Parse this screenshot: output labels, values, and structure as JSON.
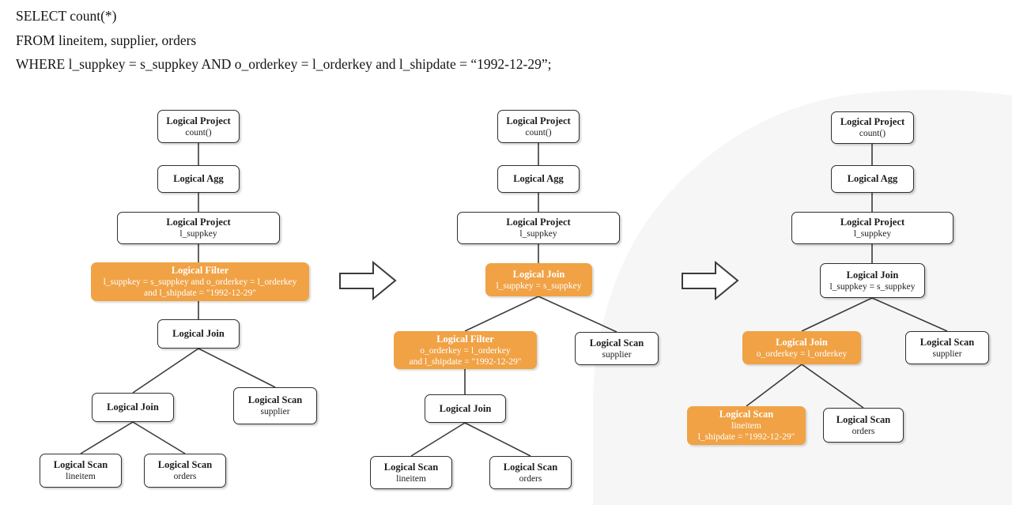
{
  "sql": {
    "line1": "SELECT count(*)",
    "line2": "FROM lineitem, supplier, orders",
    "line3": "WHERE l_suppkey = s_suppkey AND o_orderkey = l_orderkey and l_shipdate = “1992-12-29”;"
  },
  "colors": {
    "accent_orange": "#f0a245",
    "node_border": "#2f2f2f",
    "edge_line": "#3b3b3b",
    "background_blob_gray": "#f6f6f7",
    "arrow_fill": "#ffffff"
  },
  "icons": {
    "transform_arrow": "right-block-arrow"
  },
  "trees": [
    {
      "name": "plan-initial",
      "nodes": [
        {
          "title": "Logical Project",
          "sub1": "count()"
        },
        {
          "title": "Logical Agg"
        },
        {
          "title": "Logical Project",
          "sub1": "l_suppkey"
        },
        {
          "title": "Logical Filter",
          "sub1": "l_suppkey = s_suppkey and o_orderkey = l_orderkey",
          "sub2": "and l_shipdate = \"1992-12-29\""
        },
        {
          "title": "Logical Join"
        },
        {
          "title": "Logical Join"
        },
        {
          "title": "Logical Scan",
          "sub1": "supplier"
        },
        {
          "title": "Logical Scan",
          "sub1": "lineitem"
        },
        {
          "title": "Logical Scan",
          "sub1": "orders"
        }
      ]
    },
    {
      "name": "plan-after-filter-pushdown-split",
      "nodes": [
        {
          "title": "Logical Project",
          "sub1": "count()"
        },
        {
          "title": "Logical Agg"
        },
        {
          "title": "Logical Project",
          "sub1": "l_suppkey"
        },
        {
          "title": "Logical Join",
          "sub1": "l_suppkey = s_suppkey"
        },
        {
          "title": "Logical Filter",
          "sub1": "o_orderkey = l_orderkey",
          "sub2": "and l_shipdate = \"1992-12-29\""
        },
        {
          "title": "Logical Scan",
          "sub1": "supplier"
        },
        {
          "title": "Logical Join"
        },
        {
          "title": "Logical Scan",
          "sub1": "lineitem"
        },
        {
          "title": "Logical Scan",
          "sub1": "orders"
        }
      ]
    },
    {
      "name": "plan-final-pushdown",
      "nodes": [
        {
          "title": "Logical Project",
          "sub1": "count()"
        },
        {
          "title": "Logical Agg"
        },
        {
          "title": "Logical Project",
          "sub1": "l_suppkey"
        },
        {
          "title": "Logical Join",
          "sub1": "l_suppkey = s_suppkey"
        },
        {
          "title": "Logical Join",
          "sub1": "o_orderkey = l_orderkey"
        },
        {
          "title": "Logical Scan",
          "sub1": "supplier"
        },
        {
          "title": "Logical Scan",
          "sub1": "lineitem",
          "sub2": "l_shipdate = \"1992-12-29\""
        },
        {
          "title": "Logical Scan",
          "sub1": "orders"
        }
      ]
    }
  ]
}
